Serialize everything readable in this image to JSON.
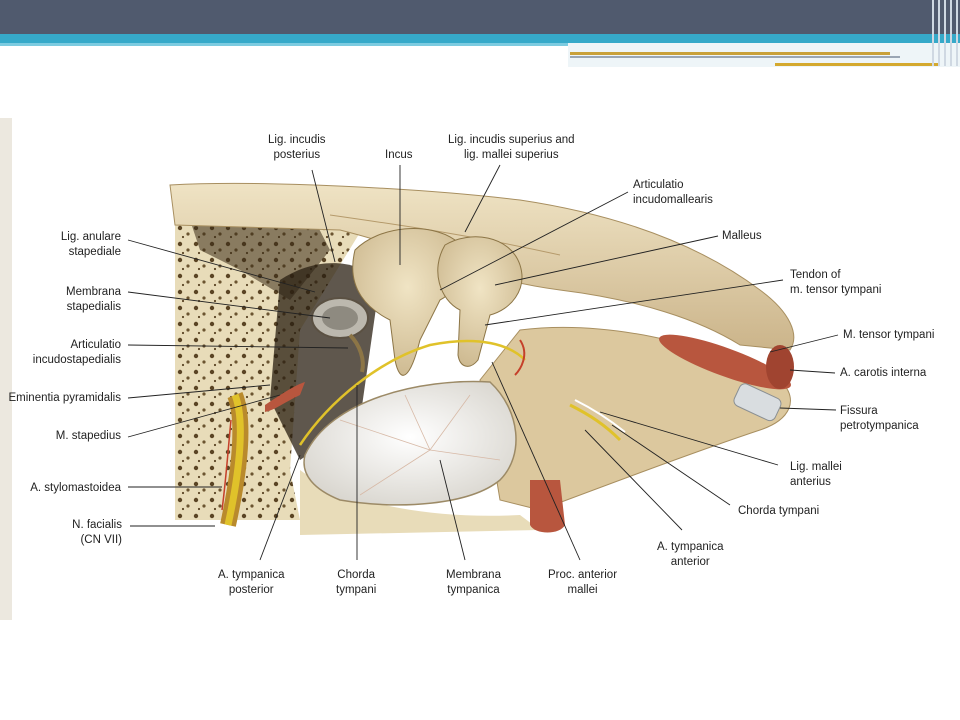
{
  "labels": {
    "lig_incudis_posterius": [
      "Lig. incudis",
      "posterius"
    ],
    "incus": [
      "Incus"
    ],
    "lig_incudis_superius": [
      "Lig. incudis superius and",
      "lig. mallei superius"
    ],
    "articulatio_incudomallearis": [
      "Articulatio",
      "incudomallearis"
    ],
    "malleus": [
      "Malleus"
    ],
    "tendon_tensor": [
      "Tendon of",
      "m. tensor tympani"
    ],
    "m_tensor_tympani": [
      "M. tensor tympani"
    ],
    "a_carotis_interna": [
      "A. carotis interna"
    ],
    "fissura_petrotympanica": [
      "Fissura",
      "petrotympanica"
    ],
    "lig_mallei_anterius": [
      "Lig. mallei",
      "anterius"
    ],
    "chorda_tympani_right": [
      "Chorda tympani"
    ],
    "a_tympanica_anterior": [
      "A. tympanica",
      "anterior"
    ],
    "proc_anterior_mallei": [
      "Proc. anterior",
      "mallei"
    ],
    "membrana_tympanica": [
      "Membrana",
      "tympanica"
    ],
    "chorda_tympani_bottom": [
      "Chorda",
      "tympani"
    ],
    "a_tympanica_posterior": [
      "A. tympanica",
      "posterior"
    ],
    "n_facialis": [
      "N. facialis",
      "(CN VII)"
    ],
    "a_stylomastoidea": [
      "A. stylomastoidea"
    ],
    "m_stapedius": [
      "M. stapedius"
    ],
    "eminentia_pyramidalis": [
      "Eminentia pyramidalis"
    ],
    "articulatio_incudostapedialis": [
      "Articulatio",
      "incudostapedialis"
    ],
    "membrana_stapedialis": [
      "Membrana",
      "stapedialis"
    ],
    "lig_anulare_stapediale": [
      "Lig. anulare",
      "stapediale"
    ]
  },
  "colors": {
    "header_dark": "#505a6e",
    "header_cyan": "#36a9c9",
    "accent_gold": "#c9a13a",
    "bone": "#e4d6b4",
    "bone_dark": "#6b5430",
    "muscle": "#b8563e",
    "nerve": "#e0c22a",
    "membrane": "#f1efe9"
  }
}
